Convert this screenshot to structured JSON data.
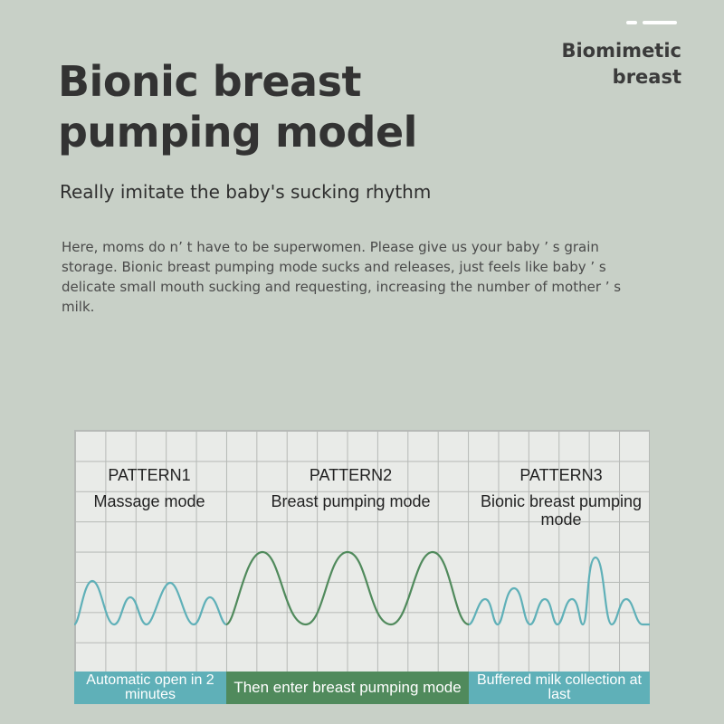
{
  "brand_tag": "Biomimetic breast",
  "title": "Bionic breast pumping model",
  "subtitle": "Really imitate the baby's sucking rhythm",
  "body": "Here, moms do n’ t have to be superwomen. Please give us your baby ’ s grain storage. Bionic breast pumping mode sucks and releases, just feels like baby ’ s delicate small mouth sucking and requesting, increasing the number of mother ’ s milk.",
  "patterns": [
    {
      "title": "PATTERN1",
      "mode": "Massage mode"
    },
    {
      "title": "PATTERN2",
      "mode": "Breast pumping mode"
    },
    {
      "title": "PATTERN3",
      "mode": "Bionic breast pumping mode"
    }
  ],
  "footer": [
    {
      "label": "Automatic open in 2 minutes"
    },
    {
      "label": "Then enter breast pumping mode"
    },
    {
      "label": "Buffered milk collection at last"
    }
  ],
  "colors": {
    "background": "#c8d0c7",
    "teal": "#5fb0b8",
    "green": "#508a5c"
  }
}
